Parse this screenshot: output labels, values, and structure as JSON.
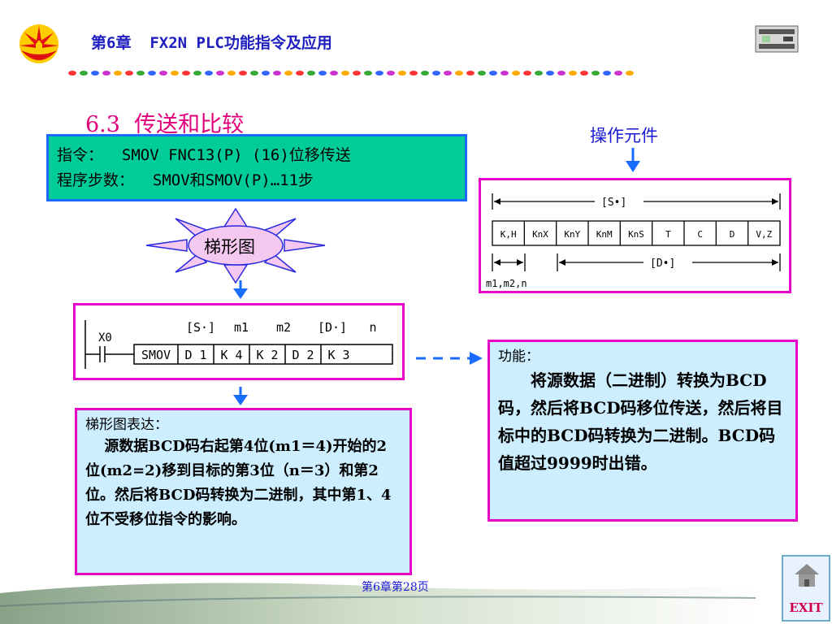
{
  "header": {
    "title": "第6章  FX2N PLC功能指令及应用"
  },
  "section": {
    "title": "6.3  传送和比较"
  },
  "instruction": {
    "line1": "指令：  SMOV FNC13(P) (16)位移传送",
    "line2": "程序步数：  SMOV和SMOV(P)…11步"
  },
  "operands": {
    "label": "操作元件",
    "src_label": "[S•]",
    "dst_label": "[D•]",
    "cells": [
      "K,H",
      "KnX",
      "KnY",
      "KnM",
      "KnS",
      "T",
      "C",
      "D",
      "V,Z"
    ],
    "params": "m1,m2,n"
  },
  "star": {
    "label": "梯形图"
  },
  "ladder": {
    "contact": "X0",
    "header": [
      "[S·]",
      "m1",
      "m2",
      "[D·]",
      "n"
    ],
    "cells": [
      "SMOV",
      "D 1",
      "K 4",
      "K 2",
      "D 2",
      "K 3"
    ]
  },
  "function": {
    "label": "功能：",
    "text": "将源数据（二进制）转换为BCD码，然后将BCD码移位传送，然后将目标中的BCD码转换为二进制。BCD码值超过9999时出错。"
  },
  "description": {
    "label": "梯形图表达：",
    "text": "源数据BCD码右起第4位(m1＝4)开始的2位(m2=2)移到目标的第3位（n＝3）和第2位。然后将BCD码转换为二进制，其中第1、4位不受移位指令的影响。"
  },
  "footer": {
    "page": "第6章第28页"
  },
  "exit": {
    "label": "EXIT"
  },
  "colors": {
    "accent_magenta": "#e600c8",
    "title_pink": "#e0007a",
    "box_green": "#00cc99",
    "box_blue_bg": "#cceeff",
    "arrow_blue": "#1a6cff"
  }
}
